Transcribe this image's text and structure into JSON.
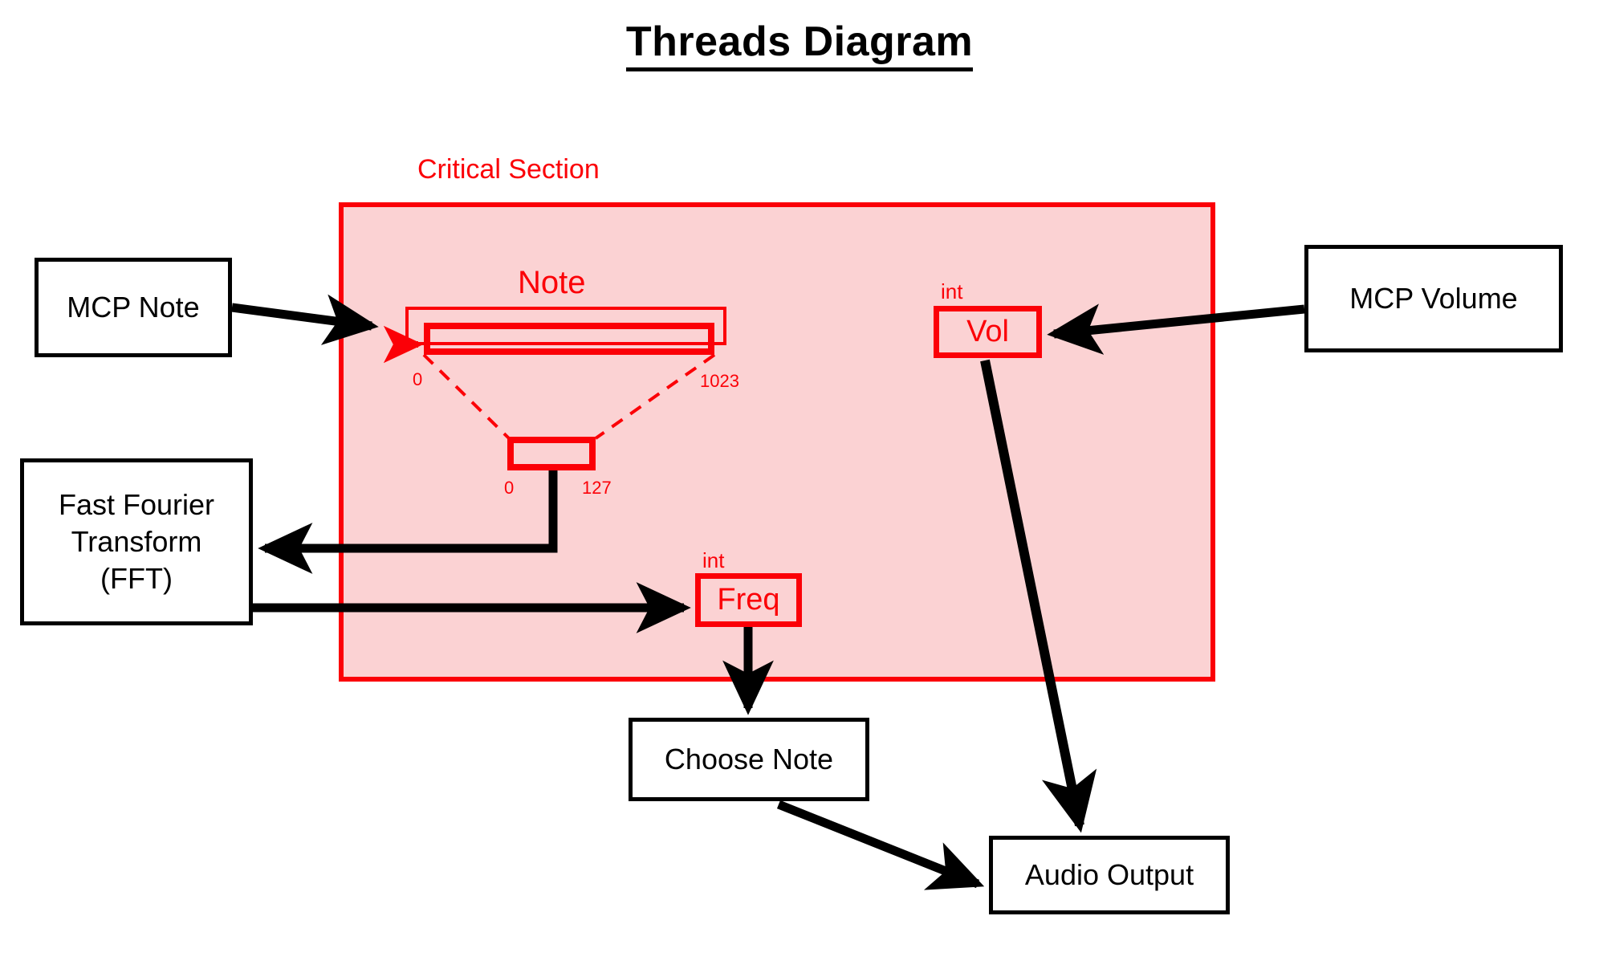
{
  "title": "Threads Diagram",
  "colors": {
    "accent_red": "#fb0007",
    "critical_section_fill": "#fbd2d3",
    "outline_black": "#000000",
    "page_background": "#ffffff"
  },
  "critical_section": {
    "label": "Critical Section",
    "note": {
      "label": "Note",
      "buffer_range_min": "0",
      "buffer_range_max": "1023",
      "index_range_min": "0",
      "index_range_max": "127"
    },
    "variables": [
      {
        "type": "int",
        "name": "Vol"
      },
      {
        "type": "int",
        "name": "Freq"
      }
    ]
  },
  "nodes": {
    "mcp_note": "MCP Note",
    "fft": "Fast Fourier Transform (FFT)",
    "fft_line1": "Fast Fourier",
    "fft_line2": "Transform",
    "fft_line3": "(FFT)",
    "mcp_volume": "MCP Volume",
    "choose_note": "Choose Note",
    "audio_output": "Audio Output"
  },
  "edges": [
    {
      "from": "MCP Note",
      "to": "Note"
    },
    {
      "from": "Note",
      "to": "Fast Fourier Transform (FFT)"
    },
    {
      "from": "Fast Fourier Transform (FFT)",
      "to": "Freq"
    },
    {
      "from": "MCP Volume",
      "to": "Vol"
    },
    {
      "from": "Freq",
      "to": "Choose Note"
    },
    {
      "from": "Choose Note",
      "to": "Audio Output"
    },
    {
      "from": "Vol",
      "to": "Audio Output"
    }
  ]
}
